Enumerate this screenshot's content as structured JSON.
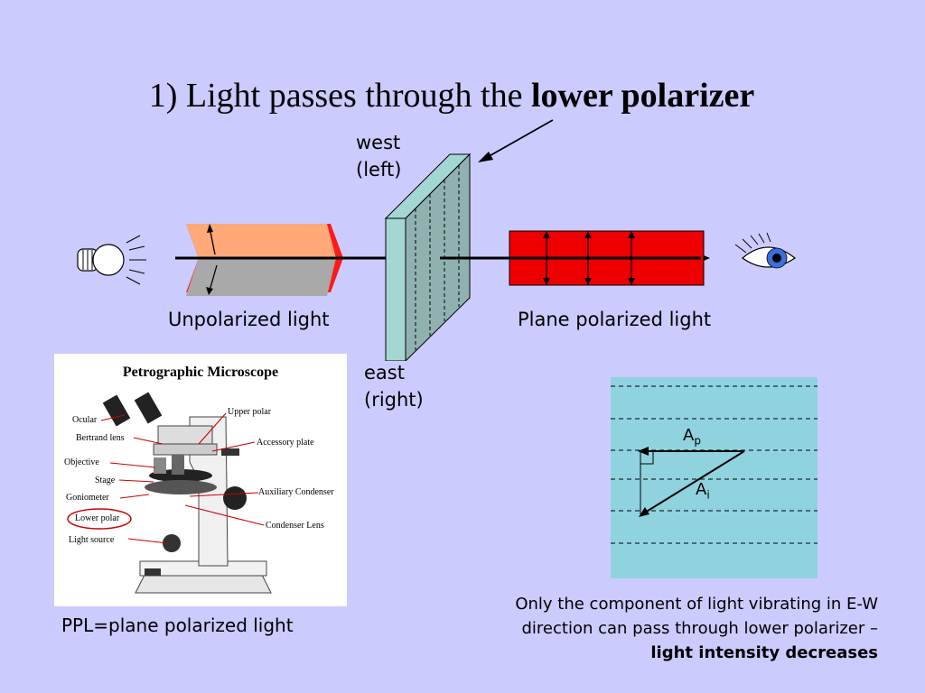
{
  "title": {
    "prefix": "1) Light passes through the ",
    "bold": "lower polarizer"
  },
  "labels": {
    "west_line1": "west",
    "west_line2": "(left)",
    "east_line1": "east",
    "east_line2": "(right)",
    "unpolarized": "Unpolarized light",
    "plane_polarized": "Plane polarized light"
  },
  "microscope": {
    "title": "Petrographic Microscope",
    "parts": [
      "Ocular",
      "Bertrand lens",
      "Objective",
      "Stage",
      "Goniometer",
      "Lower polar",
      "Light source",
      "Upper polar",
      "Accessory plate",
      "Auxiliary Condenser",
      "Condenser Lens"
    ],
    "highlighted": "Lower polar"
  },
  "ppl_caption": "PPL=plane polarized light",
  "vector_diagram": {
    "label_p": "A",
    "sub_p": "p",
    "label_i": "A",
    "sub_i": "i"
  },
  "caption": {
    "line1": "Only the component of light vibrating in E-W",
    "line2": "direction can pass through lower polarizer –",
    "bold": "light intensity decreases"
  },
  "colors": {
    "background": "#cccbfe",
    "unpolarized_top": "#ffa878",
    "unpolarized_bottom": "#a9a9a9",
    "polarized_beam": "#ee0000",
    "polarizer": "#a5d7d2",
    "vector_bg": "#8fd3df"
  },
  "icons": [
    "light-bulb-icon",
    "eye-icon",
    "pointer-arrow-icon"
  ]
}
